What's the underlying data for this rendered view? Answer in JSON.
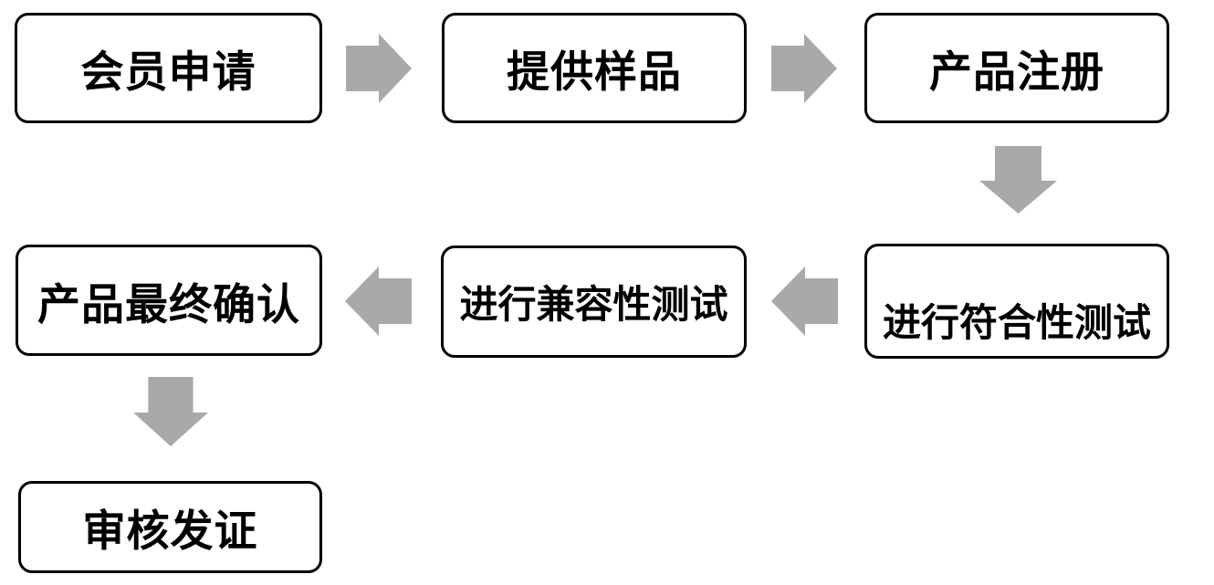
{
  "flowchart": {
    "title": "certification-process-flowchart",
    "colors": {
      "background": "#ffffff",
      "box_fill": "#ffffff",
      "box_border": "#000000",
      "text": "#000000",
      "arrow": "#a9a9a9"
    },
    "steps": [
      {
        "order": 1,
        "label": "会员申请"
      },
      {
        "order": 2,
        "label": "提供样品"
      },
      {
        "order": 3,
        "label": "产品注册"
      },
      {
        "order": 4,
        "label": "进行符合性测试"
      },
      {
        "order": 5,
        "label": "进行兼容性测试"
      },
      {
        "order": 6,
        "label": "产品最终确认"
      },
      {
        "order": 7,
        "label": "审核发证"
      }
    ],
    "connectors": [
      {
        "from": "会员申请",
        "to": "提供样品",
        "direction": "right"
      },
      {
        "from": "提供样品",
        "to": "产品注册",
        "direction": "right"
      },
      {
        "from": "产品注册",
        "to": "进行符合性测试",
        "direction": "down"
      },
      {
        "from": "进行符合性测试",
        "to": "进行兼容性测试",
        "direction": "left"
      },
      {
        "from": "进行兼容性测试",
        "to": "产品最终确认",
        "direction": "left"
      },
      {
        "from": "产品最终确认",
        "to": "审核发证",
        "direction": "down"
      }
    ]
  }
}
